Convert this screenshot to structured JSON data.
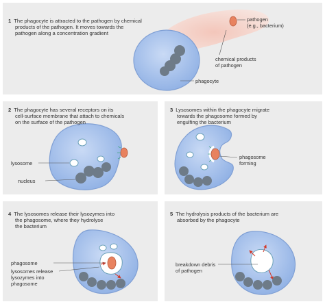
{
  "panels": [
    {
      "number": "1",
      "text_lines": [
        "The phagocyte is attracted to the pathogen by chemical",
        "products of the pathogen. It moves towards the",
        "pathogen along a concentration gradient"
      ],
      "labels": {
        "pathogen": [
          "pathogen",
          "(e.g., bacterium)"
        ],
        "chemical": [
          "chemical products",
          "of pathogen"
        ],
        "phagocyte": "phagocyte"
      }
    },
    {
      "number": "2",
      "text_lines": [
        "The phagocyte has several receptors on its",
        "cell-surface membrane that attach to chemicals",
        "on the surface of the pathogen"
      ],
      "labels": {
        "lysosome": "lysosome",
        "nucleus": "nucleus"
      }
    },
    {
      "number": "3",
      "text_lines": [
        "Lysosomes within the phagocyte migrate",
        "towards the phagosome formed by",
        "engulfing the bacterium"
      ],
      "labels": {
        "phagosome_forming": [
          "phagosome",
          "forming"
        ]
      }
    },
    {
      "number": "4",
      "text_lines": [
        "The lysosomes release their lysozymes into",
        "the phagosome, where they hydrolyse",
        "the bacterium"
      ],
      "labels": {
        "phagosome": "phagosome",
        "release": [
          "lysosomes release",
          "lysozymes into",
          "phagosome"
        ]
      }
    },
    {
      "number": "5",
      "text_lines": [
        "The hydrolysis products of the bacterium are",
        "absorbed by the phagocyte"
      ],
      "labels": {
        "debris": [
          "breakdown debris",
          "of pathogen"
        ]
      }
    }
  ],
  "colors": {
    "panel": "#ececec",
    "cell": "#a9c4ec",
    "cell_edge": "#7f9fd4",
    "nucleus": "#6e7b88",
    "pathogen": "#e8825f",
    "chemical": "#f6d3cb",
    "arrow": "#d23a2a"
  }
}
